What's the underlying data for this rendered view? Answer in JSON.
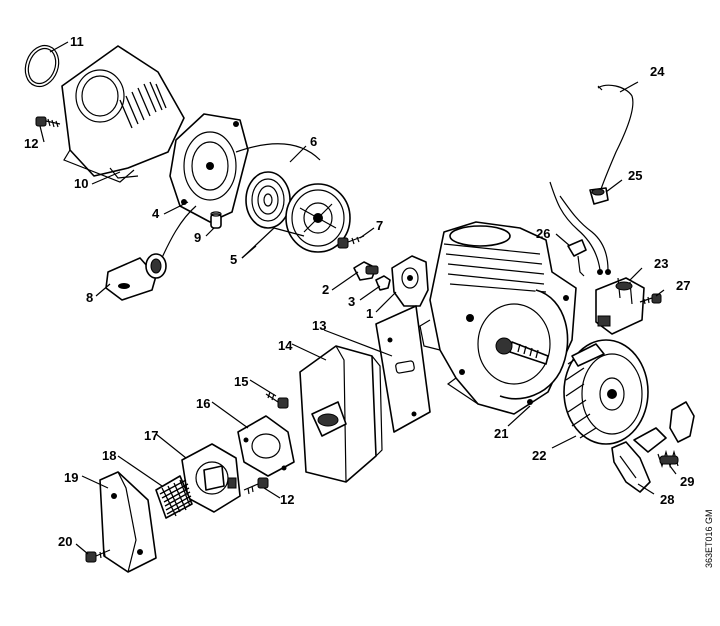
{
  "diagram": {
    "drawing_code": "363ET016 GM",
    "callouts": {
      "c1": "1",
      "c2": "2",
      "c3": "3",
      "c4": "4",
      "c5": "5",
      "c6": "6",
      "c7": "7",
      "c8": "8",
      "c9": "9",
      "c10": "10",
      "c11": "11",
      "c12a": "12",
      "c12b": "12",
      "c13": "13",
      "c14": "14",
      "c15": "15",
      "c16": "16",
      "c17": "17",
      "c18": "18",
      "c19": "19",
      "c20": "20",
      "c21": "21",
      "c22": "22",
      "c23": "23",
      "c24": "24",
      "c25": "25",
      "c26": "26",
      "c27": "27",
      "c28": "28",
      "c29": "29"
    }
  }
}
